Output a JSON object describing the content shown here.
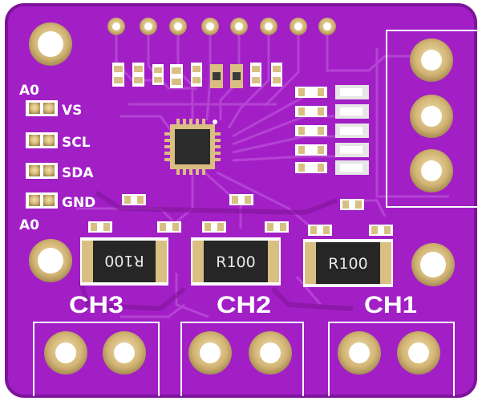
{
  "board": {
    "colors": {
      "pcb": "#a21fc6",
      "pcb_dark": "#7e139c",
      "trace": "#b84ad6",
      "gold": "#d9bf82",
      "silkscreen": "#ffffff",
      "resistor": "#262626"
    },
    "pin_labels": {
      "a0_top": "A0",
      "vs": "VS",
      "scl": "SCL",
      "sda": "SDA",
      "gnd": "GND",
      "a0_bottom": "A0"
    },
    "channel_labels": {
      "ch3": "CH3",
      "ch2": "CH2",
      "ch1": "CH1"
    },
    "shunt_resistors": {
      "r_left": "R100",
      "r_middle": "R100",
      "r_right": "R100"
    }
  }
}
